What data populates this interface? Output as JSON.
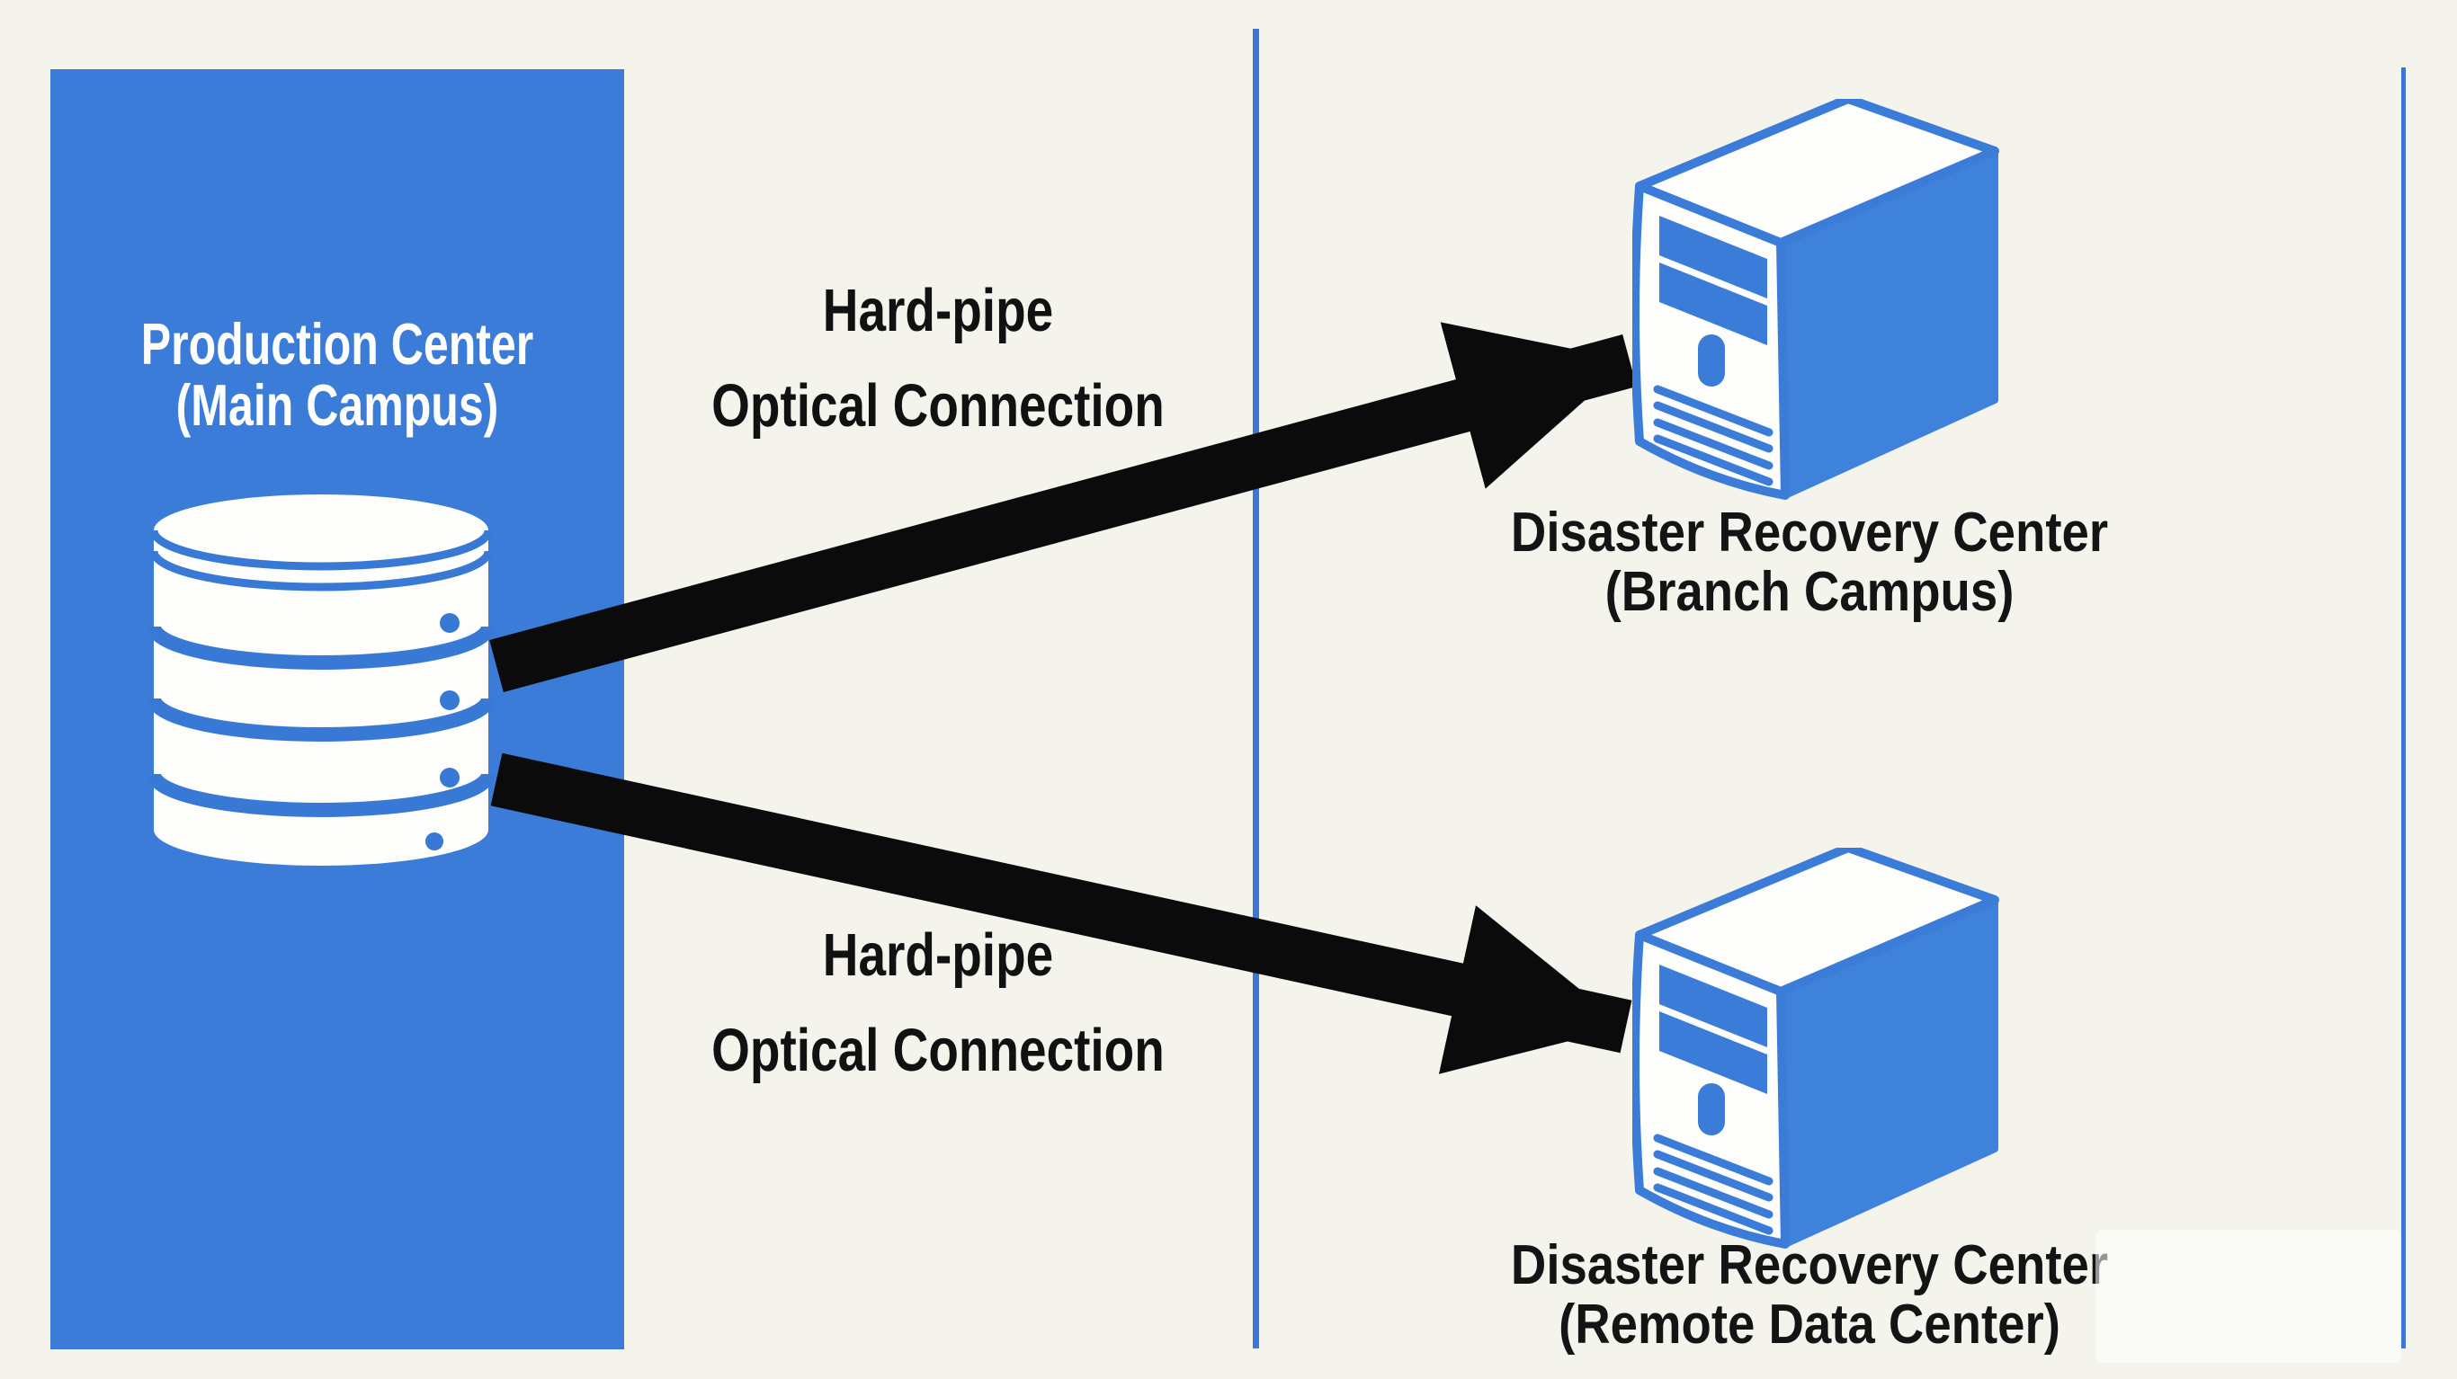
{
  "colors": {
    "background": "#f4f3ec",
    "primary_blue": "#3b7cd9",
    "icon_stroke_blue": "#3879d6",
    "server_side_blue": "#3e82dc",
    "separator_line_blue": "#3b78d6",
    "arrow_black": "#0b0b0b",
    "text_dark": "#141414",
    "white": "#fdfdfb"
  },
  "production_center": {
    "line1": "Production Center",
    "line2": "(Main Campus)",
    "icon": "database-icon"
  },
  "connections": [
    {
      "line1": "Hard-pipe",
      "line2": "Optical Connection"
    },
    {
      "line1": "Hard-pipe",
      "line2": "Optical Connection"
    }
  ],
  "recovery_centers": [
    {
      "line1": "Disaster Recovery Center",
      "line2": "(Branch Campus)",
      "icon": "server-icon"
    },
    {
      "line1": "Disaster Recovery Center",
      "line2": "(Remote Data Center)",
      "icon": "server-icon"
    }
  ]
}
